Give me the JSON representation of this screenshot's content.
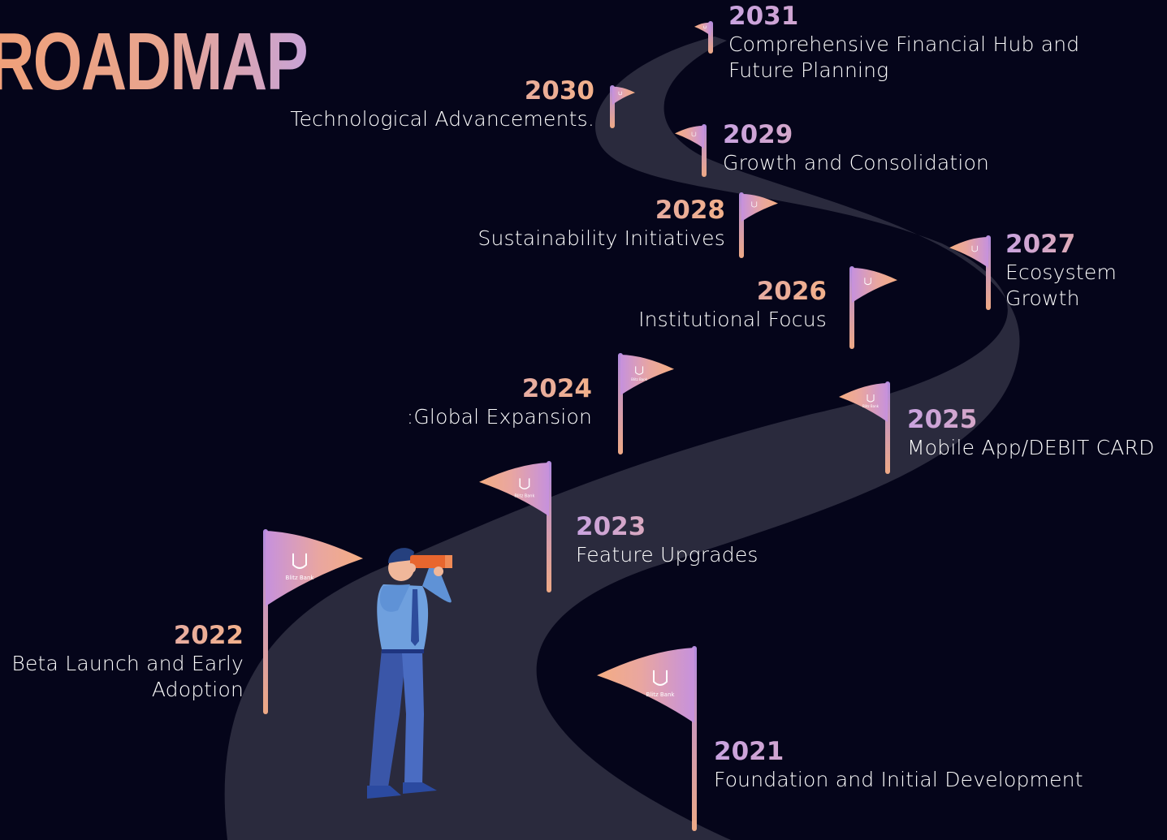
{
  "title": "ROADMAP",
  "colors": {
    "background": "#05051a",
    "road": "#2a2a3d",
    "accent_orange": "#f2a67e",
    "accent_purple": "#b98ee0",
    "flag_logo_text": "#ffffff"
  },
  "flag_logo_text": "Blitz Bank",
  "milestones": [
    {
      "year": "2021",
      "desc": "Foundation and Initial Development"
    },
    {
      "year": "2022",
      "desc": "Beta Launch and Early Adoption"
    },
    {
      "year": "2023",
      "desc": "Feature Upgrades"
    },
    {
      "year": "2024",
      "desc": ":Global Expansion"
    },
    {
      "year": "2025",
      "desc": "Mobile App/DEBIT CARD"
    },
    {
      "year": "2026",
      "desc": "Institutional Focus"
    },
    {
      "year": "2027",
      "desc": "Ecosystem Growth"
    },
    {
      "year": "2028",
      "desc": "Sustainability Initiatives"
    },
    {
      "year": "2029",
      "desc": "Growth and Consolidation"
    },
    {
      "year": "2030",
      "desc": "Technological Advancements."
    },
    {
      "year": "2031",
      "desc": "Comprehensive Financial Hub and Future Planning"
    }
  ],
  "illustration": "man-with-binoculars-icon"
}
